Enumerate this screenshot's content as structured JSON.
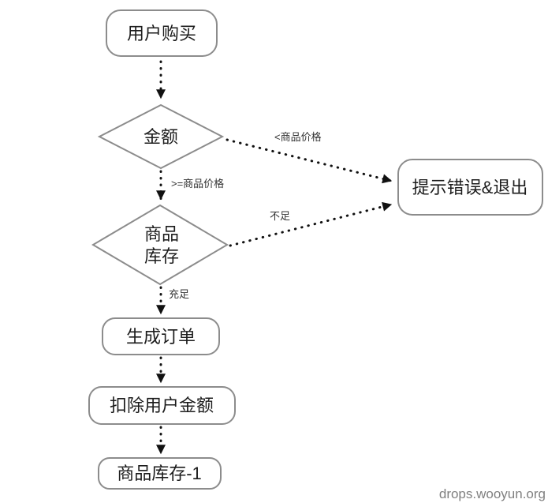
{
  "diagram": {
    "title": "purchase-flow-flowchart",
    "nodes": {
      "start": {
        "label": "用户购买",
        "type": "rounded-rect"
      },
      "amount_check": {
        "label": "金额",
        "type": "decision-diamond"
      },
      "stock_check": {
        "label_line1": "商品",
        "label_line2": "库存",
        "type": "decision-diamond"
      },
      "error_exit": {
        "label": "提示错误&退出",
        "type": "rounded-rect"
      },
      "create_order": {
        "label": "生成订单",
        "type": "rounded-rect"
      },
      "deduct_balance": {
        "label": "扣除用户金额",
        "type": "rounded-rect"
      },
      "stock_minus_one": {
        "label": "商品库存-1",
        "type": "rounded-rect"
      }
    },
    "edges": {
      "amount_less": {
        "label": "<商品价格",
        "from": "amount_check",
        "to": "error_exit"
      },
      "amount_ge": {
        "label": ">=商品价格",
        "from": "amount_check",
        "to": "stock_check"
      },
      "stock_insufficient": {
        "label": "不足",
        "from": "stock_check",
        "to": "error_exit"
      },
      "stock_sufficient": {
        "label": "充足",
        "from": "stock_check",
        "to": "create_order"
      },
      "start_to_amount": {
        "label": "",
        "from": "start",
        "to": "amount_check"
      },
      "order_to_deduct": {
        "label": "",
        "from": "create_order",
        "to": "deduct_balance"
      },
      "deduct_to_stock": {
        "label": "",
        "from": "deduct_balance",
        "to": "stock_minus_one"
      }
    },
    "watermark": "drops.wooyun.org",
    "colors": {
      "background": "#ffffff",
      "node_border": "#8c8c8c",
      "node_fill": "#ffffff",
      "text": "#1c1c1c",
      "edge": "#111111",
      "edge_label": "#333333",
      "watermark": "#808080"
    }
  }
}
